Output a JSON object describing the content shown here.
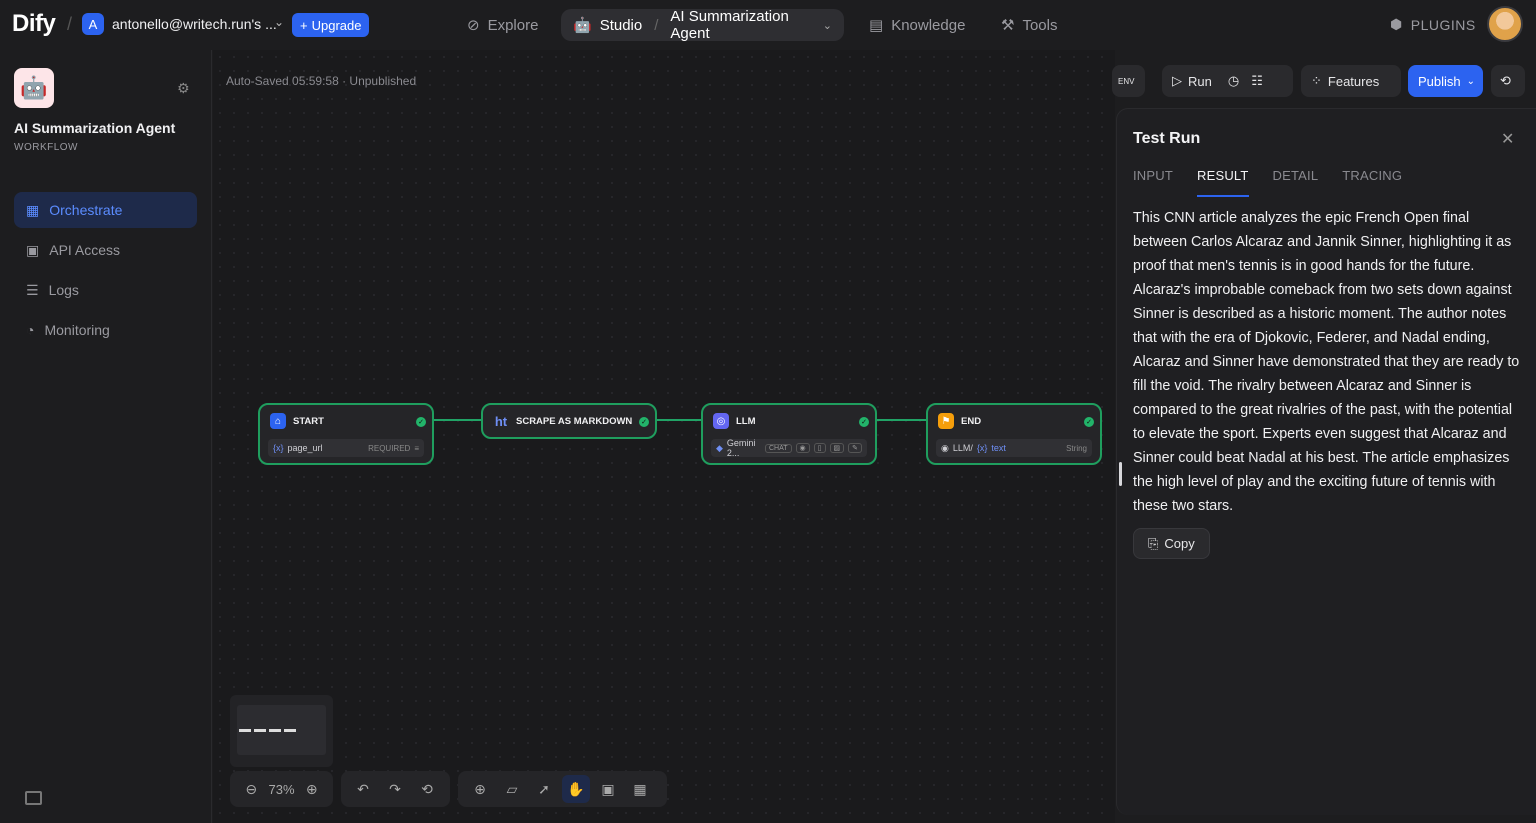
{
  "topbar": {
    "logo": "Dify",
    "workspace_initial": "A",
    "workspace_name": "antonello@writech.run's ...",
    "upgrade_label": "Upgrade",
    "nav": {
      "explore": "Explore",
      "studio": "Studio",
      "app_name": "AI Summarization Agent",
      "knowledge": "Knowledge",
      "tools": "Tools",
      "plugins": "PLUGINS"
    }
  },
  "sidebar": {
    "app_name": "AI Summarization Agent",
    "app_type": "WORKFLOW",
    "items": [
      {
        "label": "Orchestrate"
      },
      {
        "label": "API Access"
      },
      {
        "label": "Logs"
      },
      {
        "label": "Monitoring"
      }
    ]
  },
  "canvas": {
    "status": "Auto-Saved 05:59:58 · Unpublished",
    "zoom": "73%",
    "nodes": {
      "start": {
        "title": "START",
        "var": "page_url",
        "badge": "REQUIRED"
      },
      "scrape": {
        "title": "SCRAPE AS MARKDOWN"
      },
      "llm": {
        "title": "LLM",
        "model": "Gemini 2...",
        "mode": "CHAT"
      },
      "end": {
        "title": "END",
        "source": "LLM/",
        "var": "text",
        "type": "String"
      }
    }
  },
  "toolbar": {
    "env_label": "ENV",
    "run_label": "Run",
    "features_label": "Features",
    "publish_label": "Publish"
  },
  "panel": {
    "title": "Test Run",
    "tabs": [
      "INPUT",
      "RESULT",
      "DETAIL",
      "TRACING"
    ],
    "active_tab": "RESULT",
    "result": "This CNN article analyzes the epic French Open final between Carlos Alcaraz and Jannik Sinner, highlighting it as proof that men's tennis is in good hands for the future. Alcaraz's improbable comeback from two sets down against Sinner is described as a historic moment. The author notes that with the era of Djokovic, Federer, and Nadal ending, Alcaraz and Sinner have demonstrated that they are ready to fill the void. The rivalry between Alcaraz and Sinner is compared to the great rivalries of the past, with the potential to elevate the sport. Experts even suggest that Alcaraz and Sinner could beat Nadal at his best. The article emphasizes the high level of play and the exciting future of tennis with these two stars.",
    "copy_label": "Copy"
  },
  "colors": {
    "accent": "#2c63f0",
    "success": "#22b46a",
    "background": "#1d1d1f"
  }
}
